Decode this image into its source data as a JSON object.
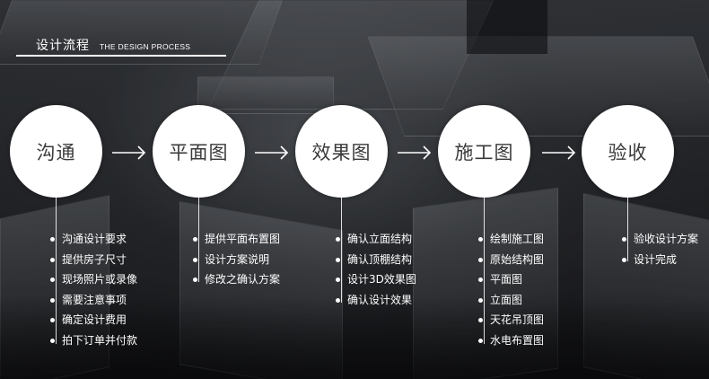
{
  "header": {
    "title": "设计流程",
    "subtitle": "THE DESIGN PROCESS"
  },
  "steps": [
    {
      "title": "沟通",
      "items": [
        "沟通设计要求",
        "提供房子尺寸",
        "现场照片或录像",
        "需要注意事项",
        "确定设计费用",
        "拍下订单并付款"
      ]
    },
    {
      "title": "平面图",
      "items": [
        "提供平面布置图",
        "设计方案说明",
        "修改之确认方案"
      ]
    },
    {
      "title": "效果图",
      "items": [
        "确认立面结构",
        "确认顶棚结构",
        "设计3D效果图",
        "确认设计效果"
      ]
    },
    {
      "title": "施工图",
      "items": [
        "绘制施工图",
        "原始结构图",
        "平面图",
        "立面图",
        "天花吊顶图",
        "水电布置图"
      ]
    },
    {
      "title": "验收",
      "items": [
        "验收设计方案",
        "设计完成"
      ]
    }
  ],
  "colors": {
    "circle_fill": "#ffffff",
    "circle_text": "#3a3a3a",
    "text": "#ffffff",
    "background": "#2a2c30"
  }
}
